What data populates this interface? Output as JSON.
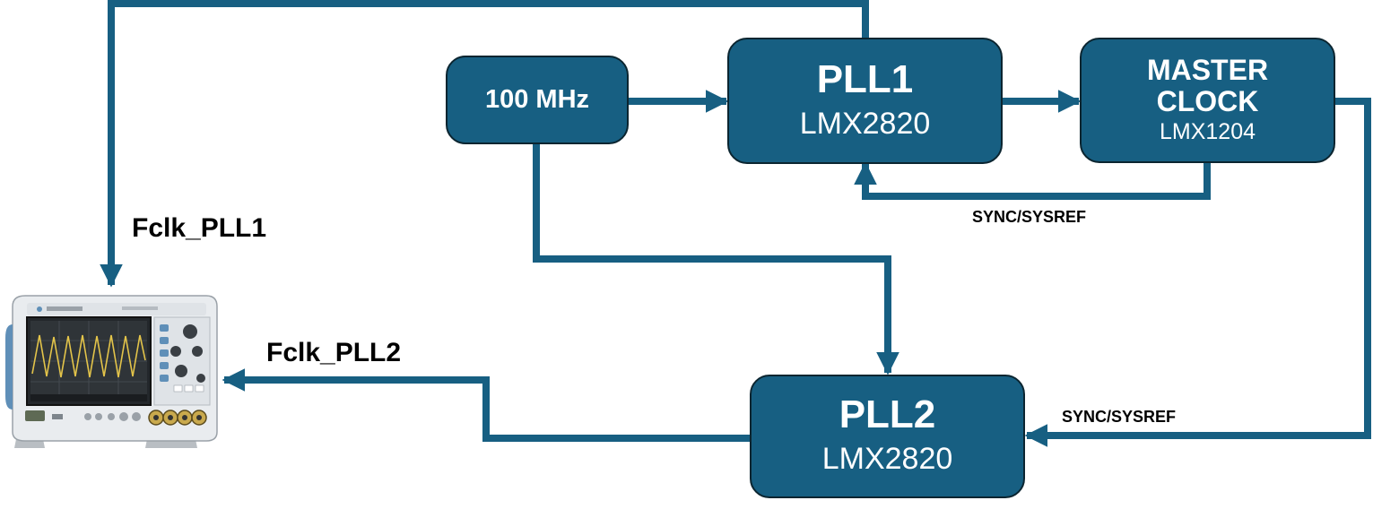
{
  "blocks": {
    "ref": {
      "title": "100 MHz"
    },
    "pll1": {
      "title": "PLL1",
      "subtitle": "LMX2820"
    },
    "master": {
      "title_line1": "MASTER",
      "title_line2": "CLOCK",
      "subtitle": "LMX1204"
    },
    "pll2": {
      "title": "PLL2",
      "subtitle": "LMX2820"
    }
  },
  "labels": {
    "fclk_pll1": "Fclk_PLL1",
    "fclk_pll2": "Fclk_PLL2",
    "sync_top": "SYNC/SYSREF",
    "sync_right": "SYNC/SYSREF"
  },
  "colors": {
    "block_fill": "#175f82",
    "block_border": "#0b2530",
    "wire": "#175f82",
    "text_on_block": "#ffffff"
  },
  "instrument": {
    "icon": "oscilloscope-icon"
  }
}
